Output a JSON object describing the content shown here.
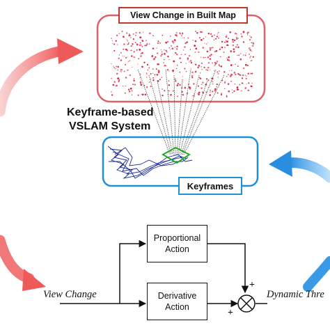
{
  "map_panel": {
    "title": "View Change in Built Map"
  },
  "system": {
    "title_line1": "Keyframe-based",
    "title_line2": "VSLAM System"
  },
  "keyframe_panel": {
    "label": "Keyframes"
  },
  "controller": {
    "proportional_line1": "Proportional",
    "proportional_line2": "Action",
    "derivative_line1": "Derivative",
    "derivative_line2": "Action",
    "input_label": "View Change",
    "output_label": "Dynamic Thre",
    "sum_sign_top": "+",
    "sum_sign_left": "+"
  },
  "colors": {
    "map_border": "#e0606a",
    "map_points": "#d0203a",
    "keyframe_border": "#1e90d6",
    "trajectory": "#1a2a9a",
    "current_frame": "#22aa22",
    "left_arrow": "#ee5a5a",
    "right_arrow": "#2a8ee0"
  }
}
